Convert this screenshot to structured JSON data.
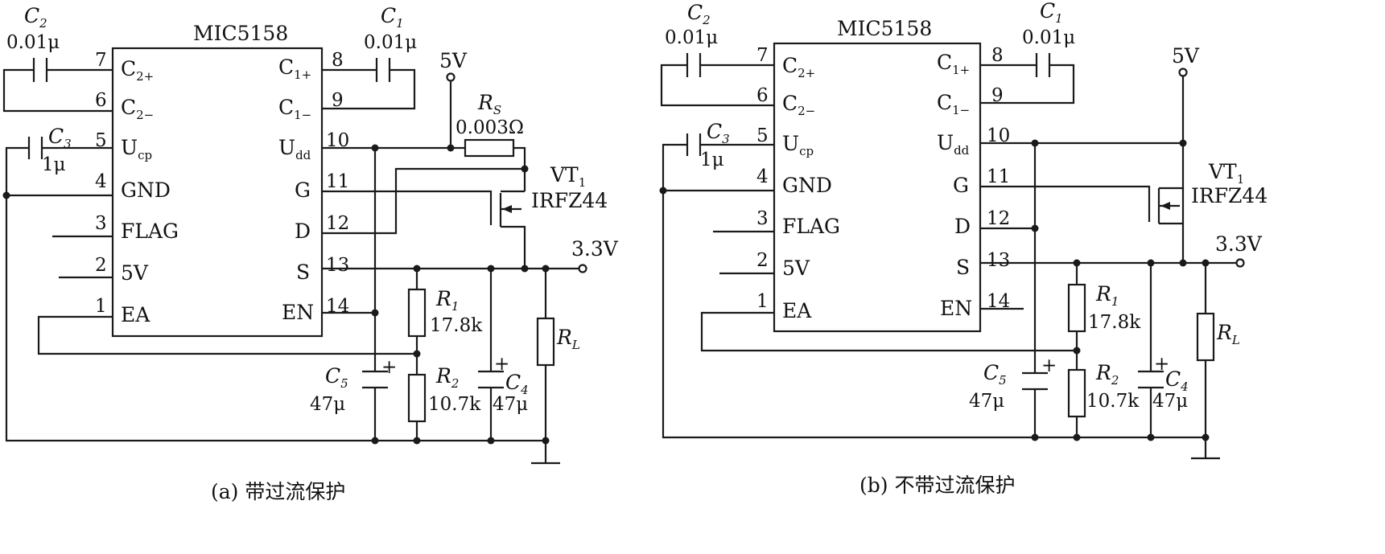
{
  "panels": [
    {
      "caption": "(a) 带过流保护",
      "chip": "MIC5158",
      "pins_left": [
        {
          "num": "7",
          "label": "C",
          "sub": "2+"
        },
        {
          "num": "6",
          "label": "C",
          "sub": "2−"
        },
        {
          "num": "5",
          "label": "U",
          "sub": "cp"
        },
        {
          "num": "4",
          "label": "GND",
          "sub": ""
        },
        {
          "num": "3",
          "label": "FLAG",
          "sub": ""
        },
        {
          "num": "2",
          "label": "5V",
          "sub": ""
        },
        {
          "num": "1",
          "label": "EA",
          "sub": ""
        }
      ],
      "pins_right": [
        {
          "num": "8",
          "label": "C",
          "sub": "1+"
        },
        {
          "num": "9",
          "label": "C",
          "sub": "1−"
        },
        {
          "num": "10",
          "label": "U",
          "sub": "dd"
        },
        {
          "num": "11",
          "label": "G",
          "sub": ""
        },
        {
          "num": "12",
          "label": "D",
          "sub": ""
        },
        {
          "num": "13",
          "label": "S",
          "sub": ""
        },
        {
          "num": "14",
          "label": "EN",
          "sub": ""
        }
      ],
      "c1": {
        "name": "C",
        "sub": "1",
        "value": "0.01μ"
      },
      "c2": {
        "name": "C",
        "sub": "2",
        "value": "0.01μ"
      },
      "c3": {
        "name": "C",
        "sub": "3",
        "value": "1μ"
      },
      "c4": {
        "name": "C",
        "sub": "4",
        "value": "47μ"
      },
      "c5": {
        "name": "C",
        "sub": "5",
        "value": "47μ"
      },
      "rs": {
        "name": "R",
        "sub": "S",
        "value": "0.003Ω"
      },
      "r1": {
        "name": "R",
        "sub": "1",
        "value": "17.8k"
      },
      "r2": {
        "name": "R",
        "sub": "2",
        "value": "10.7k"
      },
      "rl": {
        "name": "R",
        "sub": "L"
      },
      "vt": {
        "name": "VT",
        "sub": "1",
        "part": "IRFZ44"
      },
      "supply": "5V",
      "output": "3.3V",
      "plus": "+"
    },
    {
      "caption": "(b) 不带过流保护",
      "chip": "MIC5158",
      "pins_left": [
        {
          "num": "7",
          "label": "C",
          "sub": "2+"
        },
        {
          "num": "6",
          "label": "C",
          "sub": "2−"
        },
        {
          "num": "5",
          "label": "U",
          "sub": "cp"
        },
        {
          "num": "4",
          "label": "GND",
          "sub": ""
        },
        {
          "num": "3",
          "label": "FLAG",
          "sub": ""
        },
        {
          "num": "2",
          "label": "5V",
          "sub": ""
        },
        {
          "num": "1",
          "label": "EA",
          "sub": ""
        }
      ],
      "pins_right": [
        {
          "num": "8",
          "label": "C",
          "sub": "1+"
        },
        {
          "num": "9",
          "label": "C",
          "sub": "1−"
        },
        {
          "num": "10",
          "label": "U",
          "sub": "dd"
        },
        {
          "num": "11",
          "label": "G",
          "sub": ""
        },
        {
          "num": "12",
          "label": "D",
          "sub": ""
        },
        {
          "num": "13",
          "label": "S",
          "sub": ""
        },
        {
          "num": "14",
          "label": "EN",
          "sub": ""
        }
      ],
      "c1": {
        "name": "C",
        "sub": "1",
        "value": "0.01μ"
      },
      "c2": {
        "name": "C",
        "sub": "2",
        "value": "0.01μ"
      },
      "c3": {
        "name": "C",
        "sub": "3",
        "value": "1μ"
      },
      "c4": {
        "name": "C",
        "sub": "4",
        "value": "47μ"
      },
      "c5": {
        "name": "C",
        "sub": "5",
        "value": "47μ"
      },
      "r1": {
        "name": "R",
        "sub": "1",
        "value": "17.8k"
      },
      "r2": {
        "name": "R",
        "sub": "2",
        "value": "10.7k"
      },
      "rl": {
        "name": "R",
        "sub": "L"
      },
      "vt": {
        "name": "VT",
        "sub": "1",
        "part": "IRFZ44"
      },
      "supply": "5V",
      "output": "3.3V",
      "plus": "+"
    }
  ]
}
